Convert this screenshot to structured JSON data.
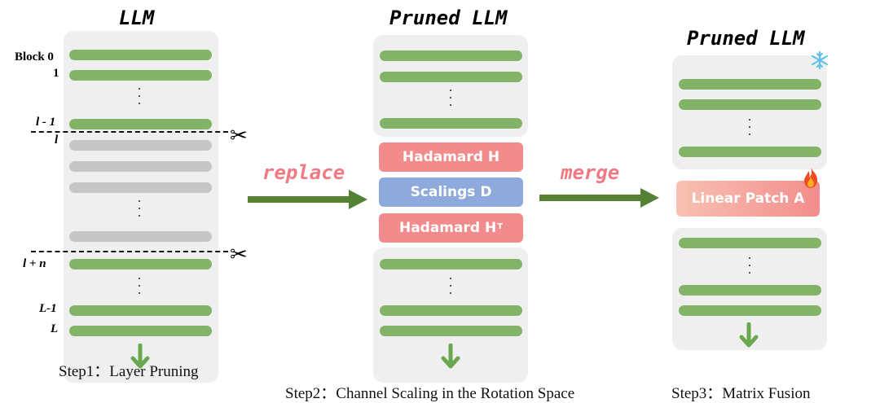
{
  "step1": {
    "title": "LLM",
    "labels": {
      "block0": "Block 0",
      "one": "1",
      "l_minus_1": "l - 1",
      "l": "l",
      "l_plus_n": "l + n",
      "L_minus_1": "L-1",
      "L": "L"
    },
    "caption": "Step1：Layer Pruning"
  },
  "step2": {
    "title": "Pruned LLM",
    "arrow_label": "replace",
    "hadamard_label": "Hadamard H",
    "scalings_label": "Scalings D",
    "hadamard_t_label": "Hadamard H",
    "hadamard_t_sup": "T",
    "caption": "Step2：Channel Scaling in the Rotation Space"
  },
  "step3": {
    "title": "Pruned LLM",
    "arrow_label": "merge",
    "patch_label": "Linear Patch A",
    "caption": "Step3：Matrix Fusion"
  },
  "icons": [
    "scissors-icon",
    "snowflake-icon",
    "fire-icon",
    "down-arrow-icon",
    "right-arrow-icon"
  ],
  "colors": {
    "block_green": "#82b366",
    "pruned_gray": "#c6c6c6",
    "hadamard_red": "#f28b8b",
    "scalings_blue": "#8ea9db",
    "arrow_green": "#548235",
    "label_pink": "#f07a84"
  }
}
